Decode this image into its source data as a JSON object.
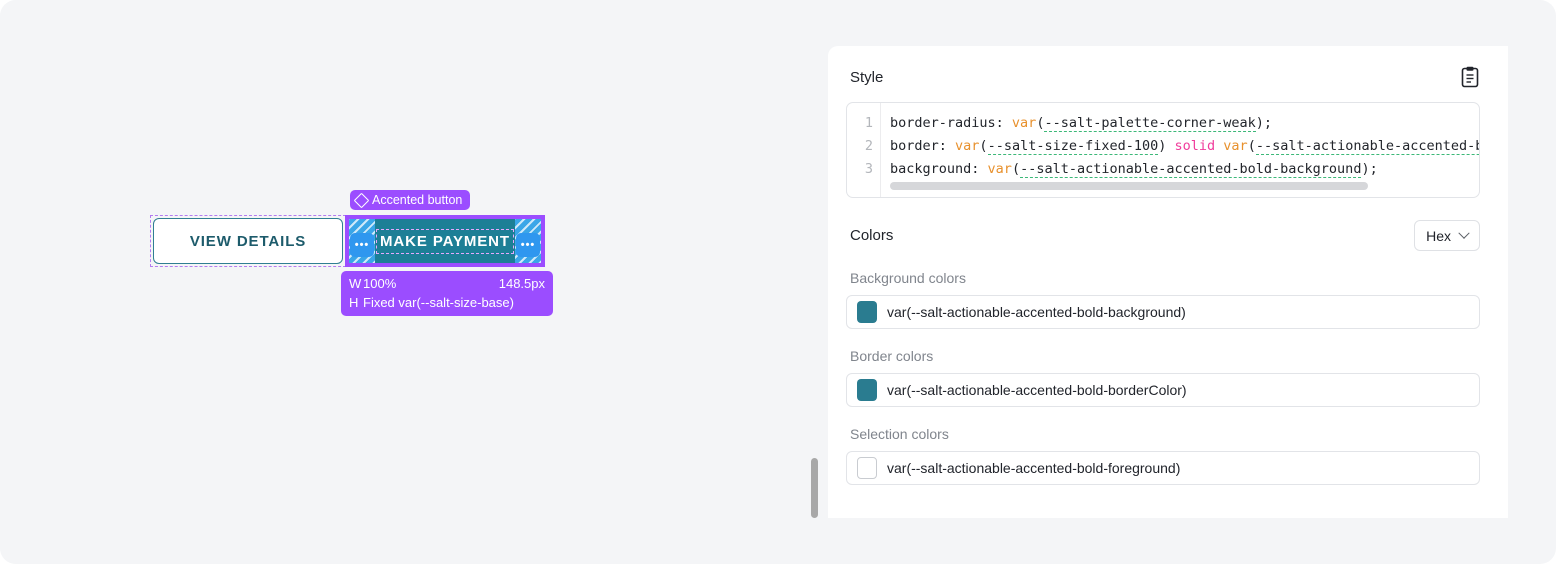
{
  "canvas": {
    "view_details_button": {
      "label": "VIEW DETAILS"
    },
    "accented_button": {
      "name_tag": "Accented button",
      "name_tag_icon": "component-diamond-icon",
      "label": "MAKE PAYMENT",
      "padding_chip_left": "•••",
      "padding_chip_right": "•••"
    },
    "dimensions": {
      "width_key": "W",
      "width_value": "100%",
      "width_computed": "148.5px",
      "height_key": "H",
      "height_value": "Fixed var(--salt-size-base)"
    }
  },
  "panel": {
    "style_section": {
      "title": "Style",
      "copy_icon": "clipboard-icon",
      "line_numbers": [
        "1",
        "2",
        "3"
      ],
      "code": [
        {
          "prop": "border-radius: ",
          "fn": "var",
          "open": "(",
          "name": "--salt-palette-corner-weak",
          "close": ")",
          "semi": ";"
        },
        {
          "prop": "border: ",
          "fn": "var",
          "open": "(",
          "name": "--salt-size-fixed-100",
          "close": ")",
          "kw": " solid ",
          "fn2": "var",
          "open2": "(",
          "name2": "--salt-actionable-accented-bold-borderColor",
          "close2": ")",
          "semi": ";"
        },
        {
          "prop": "background: ",
          "fn": "var",
          "open": "(",
          "name": "--salt-actionable-accented-bold-background",
          "close": ")",
          "semi": ";"
        }
      ]
    },
    "colors_section": {
      "title": "Colors",
      "format_select": {
        "value": "Hex",
        "icon": "chevron-down-icon"
      },
      "groups": [
        {
          "label": "Background colors",
          "rows": [
            {
              "swatch": "#2a7c90",
              "value": "var(--salt-actionable-accented-bold-background)"
            }
          ]
        },
        {
          "label": "Border colors",
          "rows": [
            {
              "swatch": "#2a7c90",
              "value": "var(--salt-actionable-accented-bold-borderColor)"
            }
          ]
        },
        {
          "label": "Selection colors",
          "rows": [
            {
              "swatch": "#ffffff",
              "value": "var(--salt-actionable-accented-bold-foreground)"
            }
          ]
        }
      ]
    }
  },
  "colors": {
    "overlay_purple": "#9b4dff",
    "padding_blue": "#2f97ef",
    "button_teal": "#1d7f96",
    "page_background": "#f4f5f7"
  }
}
